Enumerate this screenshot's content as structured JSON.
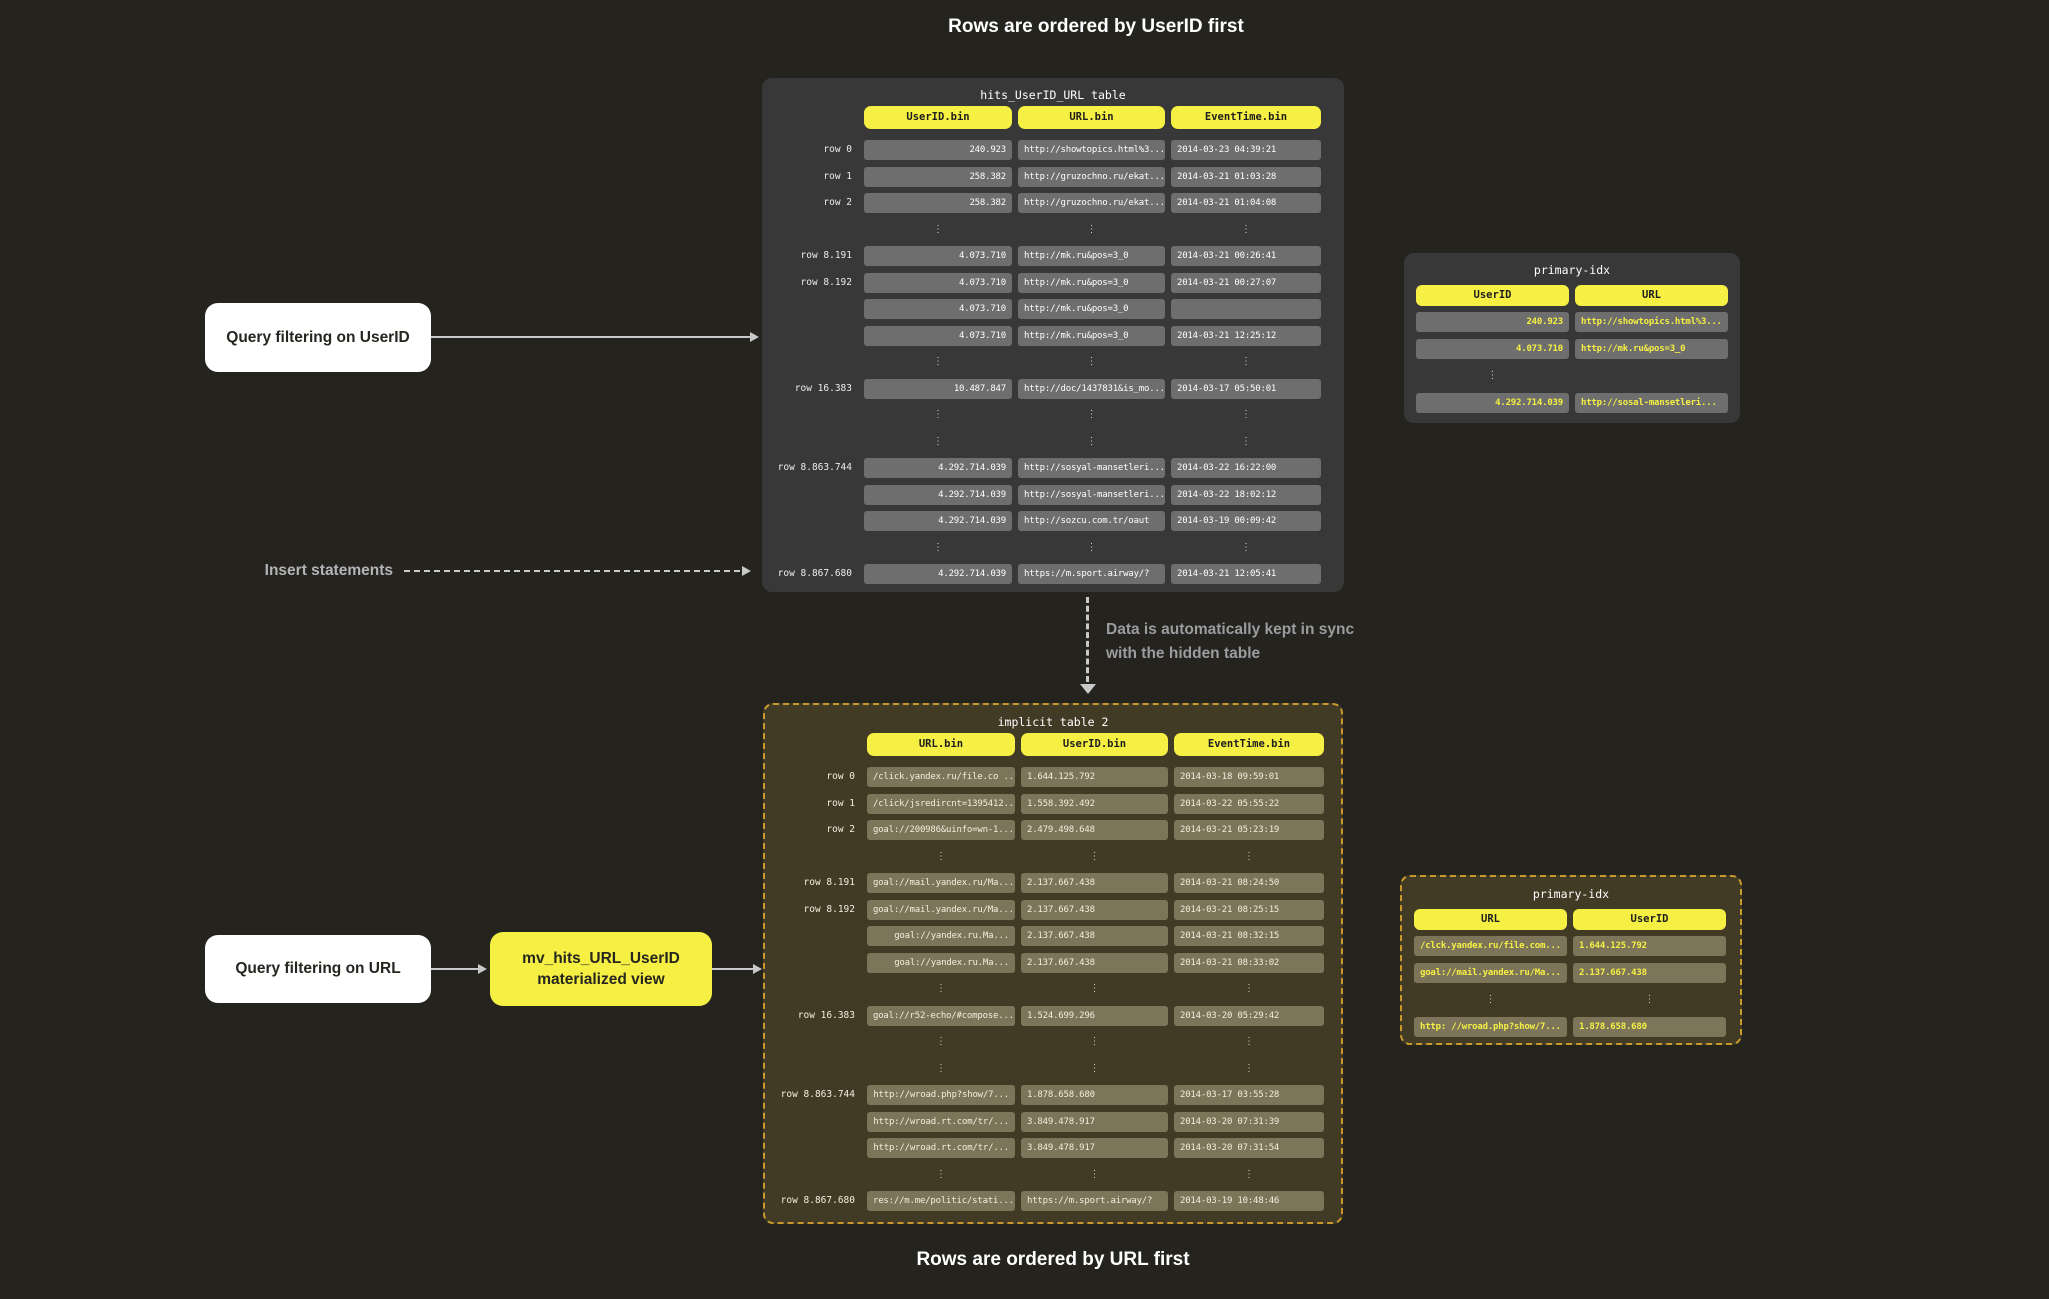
{
  "colors": {
    "background": "#24231e",
    "panel_dark": "#383838",
    "cell_dark": "#6e6e6e",
    "panel_olive": "#413b26",
    "cell_olive": "#7d755a",
    "accent_yellow": "#f5f043",
    "olive_border": "#c9992e",
    "text_cream": "#f2eedd",
    "arrow_gray": "#c9c9c9",
    "annotation_gray": "#b4b4b8",
    "sync_gray": "#9c9ca0",
    "box_text_dark": "#26251f"
  },
  "captions": {
    "top": "Rows are ordered by UserID first",
    "bottom": "Rows are ordered by URL first"
  },
  "annotations": {
    "query_userid": "Query filtering on UserID",
    "insert_statements": "Insert statements",
    "sync_line1": "Data is automatically kept in sync",
    "sync_line2": "with the hidden table",
    "query_url": "Query filtering on URL",
    "mv_line1": "mv_hits_URL_UserID",
    "mv_line2": "materialized view"
  },
  "tables": {
    "hits_table": {
      "title": "hits_UserID_URL table",
      "has_labels": true,
      "columns": [
        "UserID.bin",
        "URL.bin",
        "EventTime.bin"
      ],
      "col_aligns": [
        "right",
        "left",
        "left"
      ],
      "rows": [
        {
          "label": "row 0",
          "cells": [
            "240.923",
            "http://showtopics.html%3...",
            "2014-03-23 04:39:21"
          ]
        },
        {
          "label": "row 1",
          "cells": [
            "258.382",
            "http://gruzochno.ru/ekat...",
            "2014-03-21 01:03:28"
          ]
        },
        {
          "label": "row 2",
          "cells": [
            "258.382",
            "http://gruzochno.ru/ekat...",
            "2014-03-21 01:04:08"
          ]
        },
        {
          "dots": [
            0,
            1,
            2
          ]
        },
        {
          "label": "row 8.191",
          "cells": [
            "4.073.710",
            "http://mk.ru&pos=3_0",
            "2014-03-21 00:26:41"
          ]
        },
        {
          "label": "row 8.192",
          "cells": [
            "4.073.710",
            "http://mk.ru&pos=3_0",
            "2014-03-21 00:27:07"
          ]
        },
        {
          "label": "",
          "cells": [
            "4.073.710",
            "http://mk.ru&pos=3_0",
            ""
          ]
        },
        {
          "label": "",
          "cells": [
            "4.073.710",
            "http://mk.ru&pos=3_0",
            "2014-03-21 12:25:12"
          ]
        },
        {
          "dots": [
            0,
            1,
            2
          ]
        },
        {
          "label": "row 16.383",
          "cells": [
            "10.487.847",
            "http://doc/1437831&is_mo...",
            "2014-03-17 05:50:01"
          ]
        },
        {
          "dots": [
            0,
            1,
            2
          ]
        },
        {
          "dots": [
            0,
            1,
            2
          ]
        },
        {
          "label": "row 8.863.744",
          "cells": [
            "4.292.714.039",
            "http://sosyal-mansetleri...",
            "2014-03-22 16:22:00"
          ]
        },
        {
          "label": "",
          "cells": [
            "4.292.714.039",
            "http://sosyal-mansetleri...",
            "2014-03-22 18:02:12"
          ]
        },
        {
          "label": "",
          "cells": [
            "4.292.714.039",
            "http://sozcu.com.tr/oaut",
            "2014-03-19 00:09:42"
          ]
        },
        {
          "dots": [
            0,
            1,
            2
          ]
        },
        {
          "label": "row 8.867.680",
          "cells": [
            "4.292.714.039",
            "https://m.sport.airway/?",
            "2014-03-21 12:05:41"
          ]
        }
      ]
    },
    "hits_primary_idx": {
      "title": "primary-idx",
      "has_labels": false,
      "columns": [
        "UserID",
        "URL"
      ],
      "col_aligns": [
        "right",
        "left"
      ],
      "rows": [
        {
          "cells": [
            "240.923",
            "http://showtopics.html%3..."
          ]
        },
        {
          "cells": [
            "4.073.710",
            "http://mk.ru&pos=3_0"
          ]
        },
        {
          "dots": [
            0
          ]
        },
        {
          "cells": [
            "4.292.714.039",
            "http://sosal-mansetleri..."
          ]
        }
      ]
    },
    "implicit_table": {
      "title": "implicit table 2",
      "has_labels": true,
      "columns": [
        "URL.bin",
        "UserID.bin",
        "EventTime.bin"
      ],
      "col_aligns": [
        "left",
        "left",
        "left"
      ],
      "rows": [
        {
          "label": "row 0",
          "cells": [
            "/click.yandex.ru/file.co ...",
            "1.644.125.792",
            "2014-03-18 09:59:01"
          ]
        },
        {
          "label": "row 1",
          "cells": [
            "/click/jsredircnt=1395412...",
            "1.558.392.492",
            "2014-03-22 05:55:22"
          ]
        },
        {
          "label": "row 2",
          "cells": [
            "goal://200986&uinfo=wn-1...",
            "2.479.498.648",
            "2014-03-21 05:23:19"
          ]
        },
        {
          "dots": [
            0,
            1,
            2
          ]
        },
        {
          "label": "row 8.191",
          "cells": [
            "goal://mail.yandex.ru/Ma...",
            "2.137.667.438",
            "2014-03-21 08:24:50"
          ]
        },
        {
          "label": "row 8.192",
          "cells": [
            "goal://mail.yandex.ru/Ma...",
            "2.137.667.438",
            "2014-03-21 08:25:15"
          ]
        },
        {
          "label": "",
          "cells": [
            "goal://yandex.ru.Ma...",
            "2.137.667.438",
            "2014-03-21 08:32:15"
          ],
          "aligns": [
            "right",
            "left",
            "left"
          ]
        },
        {
          "label": "",
          "cells": [
            "goal://yandex.ru.Ma...",
            "2.137.667.438",
            "2014-03-21 08:33:02"
          ],
          "aligns": [
            "right",
            "left",
            "left"
          ]
        },
        {
          "dots": [
            0,
            1,
            2
          ]
        },
        {
          "label": "row 16.383",
          "cells": [
            "goal://r52-echo/#compose...",
            "1.524.699.296",
            "2014-03-20 05:29:42"
          ]
        },
        {
          "dots": [
            0,
            1,
            2
          ]
        },
        {
          "dots": [
            0,
            1,
            2
          ]
        },
        {
          "label": "row 8.863.744",
          "cells": [
            "http://wroad.php?show/7...",
            "1.878.658.680",
            "2014-03-17 03:55:28"
          ],
          "aligns": [
            "right",
            "left",
            "left"
          ]
        },
        {
          "label": "",
          "cells": [
            "http://wroad.rt.com/tr/...",
            "3.849.478.917",
            "2014-03-20 07:31:39"
          ],
          "aligns": [
            "right",
            "left",
            "left"
          ]
        },
        {
          "label": "",
          "cells": [
            "http://wroad.rt.com/tr/...",
            "3.849.478.917",
            "2014-03-20 07:31:54"
          ],
          "aligns": [
            "right",
            "left",
            "left"
          ]
        },
        {
          "dots": [
            0,
            1,
            2
          ]
        },
        {
          "label": "row 8.867.680",
          "cells": [
            "res://m.me/politic/stati...",
            "https://m.sport.airway/?",
            "2014-03-19 10:48:46"
          ]
        }
      ]
    },
    "implicit_primary_idx": {
      "title": "primary-idx",
      "has_labels": false,
      "columns": [
        "URL",
        "UserID"
      ],
      "col_aligns": [
        "left",
        "left"
      ],
      "rows": [
        {
          "cells": [
            "/clck.yandex.ru/file.com...",
            "1.644.125.792"
          ]
        },
        {
          "cells": [
            "goal://mail.yandex.ru/Ma...",
            "2.137.667.438"
          ]
        },
        {
          "dots": [
            0,
            1
          ]
        },
        {
          "cells": [
            "http: //wroad.php?show/7...",
            "1.878.658.680"
          ]
        }
      ]
    }
  }
}
